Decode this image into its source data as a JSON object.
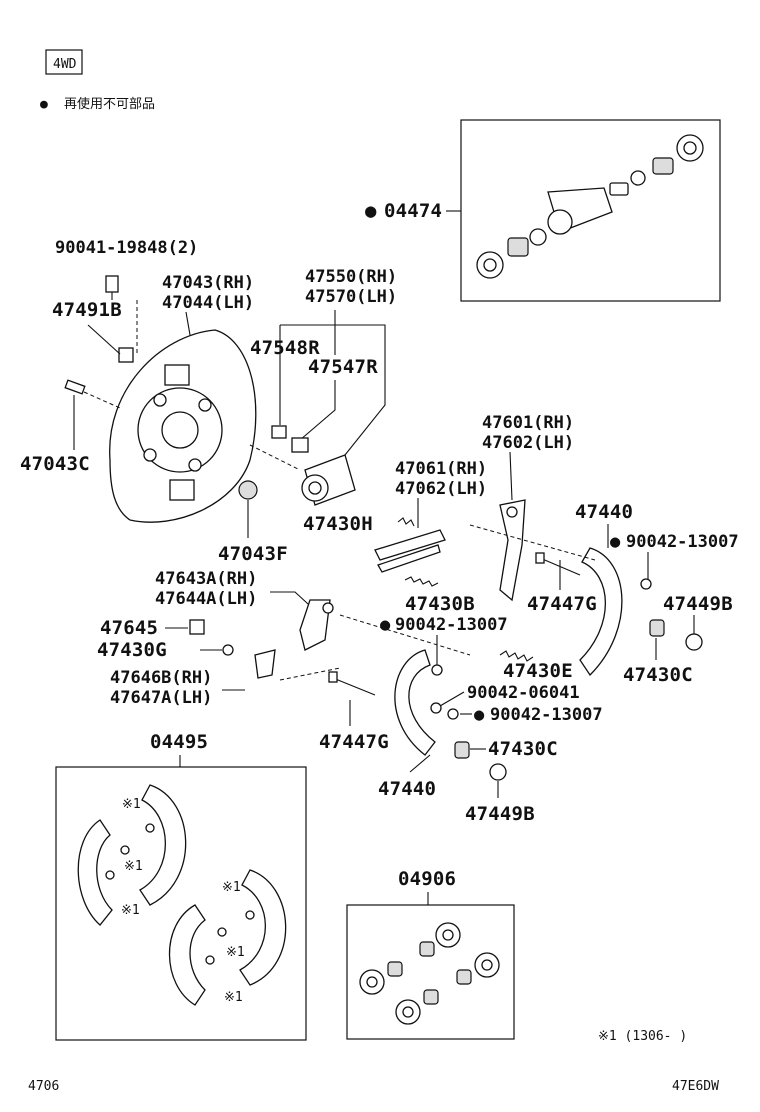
{
  "header": {
    "badge": "4WD",
    "legend_marker": "●",
    "legend_text": "再使用不可部品"
  },
  "labels": {
    "p04474": "04474",
    "p90041": "90041-19848(2)",
    "p47043rh": "47043(RH)",
    "p47044lh": "47044(LH)",
    "p47491b": "47491B",
    "p47043c": "47043C",
    "p47550rh": "47550(RH)",
    "p47570lh": "47570(LH)",
    "p47548r": "47548R",
    "p47547r": "47547R",
    "p47043f": "47043F",
    "p47601rh": "47601(RH)",
    "p47602lh": "47602(LH)",
    "p47061rh": "47061(RH)",
    "p47062lh": "47062(LH)",
    "p47430h": "47430H",
    "p47440a": "47440",
    "p90042a": "90042-13007",
    "p47643a": "47643A(RH)",
    "p47644a": "47644A(LH)",
    "p47430b": "47430B",
    "p47447ga": "47447G",
    "p47449ba": "47449B",
    "p47645": "47645",
    "p90042b": "90042-13007",
    "p47430g": "47430G",
    "p47430e": "47430E",
    "p47430ca": "47430C",
    "p47646b": "47646B(RH)",
    "p47647a": "47647A(LH)",
    "p90042_06041": "90042-06041",
    "p90042c": "90042-13007",
    "p04495": "04495",
    "p47447gb": "47447G",
    "p47430cb": "47430C",
    "p47440b": "47440",
    "p47449bb": "47449B",
    "p04906": "04906",
    "kit_note": "※1"
  },
  "footnote": "※1 (1306-    )",
  "footer_left": "4706",
  "footer_right": "47E6DW"
}
